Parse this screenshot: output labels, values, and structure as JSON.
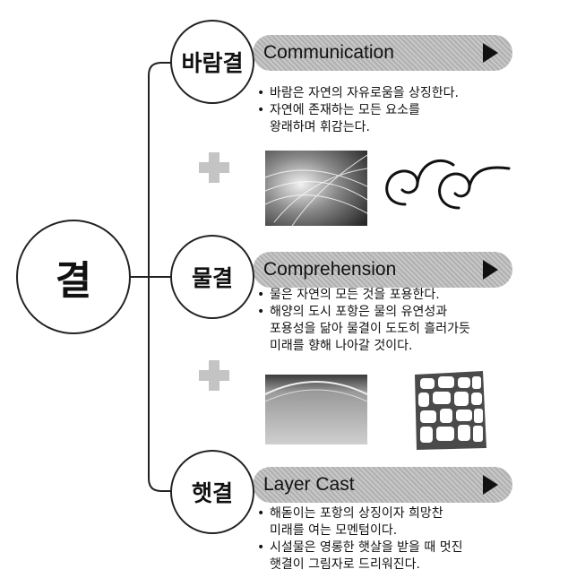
{
  "root": {
    "label": "결"
  },
  "nodes": [
    {
      "label": "바람결",
      "banner": "Communication",
      "bullets": [
        "바람은 자연의 자유로움을 상징한다.",
        "자연에 존재하는 모든 요소를\n왕래하며 휘감는다."
      ],
      "icon": "wind-swirl-icon"
    },
    {
      "label": "물결",
      "banner": "Comprehension",
      "bullets": [
        "물은 자연의 모든 것을 포용한다.",
        "해양의 도시 포항은 물의 유연성과\n포용성을 닮아 물결이 도도히 흘러가듯\n미래를 향해 나아갈 것이다."
      ],
      "icon": "water-cell-pattern-icon"
    },
    {
      "label": "햇결",
      "banner": "Layer Cast",
      "bullets": [
        "해돋이는 포항의 상징이자 희망찬\n미래를 여는 모멘텀이다.",
        "시설물은 영롱한 햇살을 받을 때 멋진\n햇결이 그림자로 드리워진다."
      ]
    }
  ]
}
